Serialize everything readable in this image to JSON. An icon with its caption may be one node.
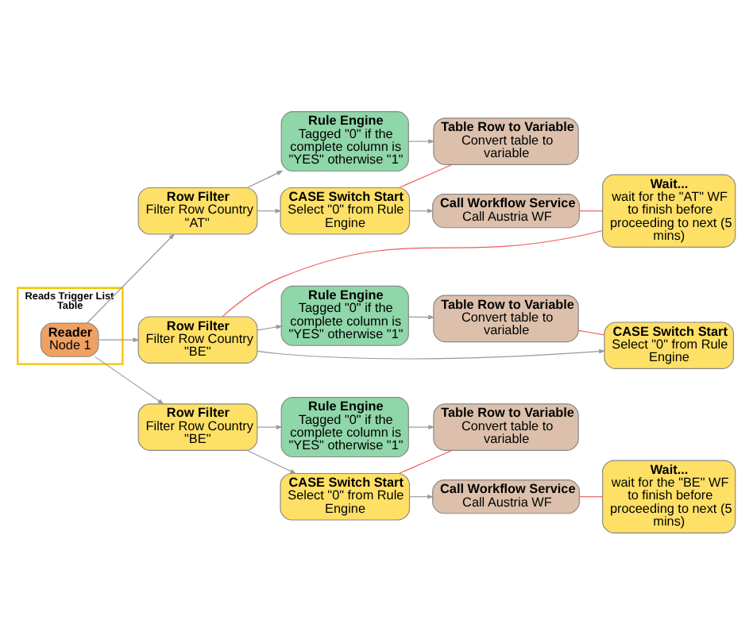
{
  "diagram": {
    "nodes": [
      {
        "text": [
          "Reads Trigger List Table"
        ]
      },
      {
        "text": [
          "Reader",
          "Node 1"
        ],
        "in": 0
      },
      {
        "text": [
          "Row Filter",
          "Filter Row Country \"AT\""
        ]
      },
      {
        "text": [
          "Rule Engine",
          "Tagged \"0\" if the complete column is \"YES\" otherwise \"1\""
        ]
      },
      {
        "text": [
          "Table Row to Variable",
          "Convert table to variable"
        ]
      },
      {
        "text": [
          "CASE Switch Start",
          "Select \"0\" from Rule Engine"
        ]
      },
      {
        "text": [
          "Call Workflow Service",
          "Call Austria WF"
        ]
      },
      {
        "text": [
          "Wait...",
          "wait for the \"AT\" WF to finish before proceeding to next (5 mins)"
        ]
      },
      {
        "text": [
          "Row Filter",
          "Filter Row Country \"BE\""
        ]
      },
      {
        "text": [
          "Rule Engine",
          "Tagged \"0\" if the complete column is \"YES\" otherwise \"1\""
        ]
      },
      {
        "text": [
          "Table Row to Variable",
          "Convert table to variable"
        ]
      },
      {
        "text": [
          "CASE Switch Start",
          "Select \"0\" from Rule Engine"
        ]
      },
      {
        "text": [
          "Row Filter",
          "Filter Row Country \"BE\""
        ]
      },
      {
        "text": [
          "Rule Engine",
          "Tagged \"0\" if the complete column is \"YES\" otherwise \"1\""
        ]
      },
      {
        "text": [
          "Table Row to Variable",
          "Convert table to variable"
        ]
      },
      {
        "text": [
          "CASE Switch Start",
          "Select \"0\" from Rule Engine"
        ]
      },
      {
        "text": [
          "Call Workflow Service",
          "Call Austria WF"
        ]
      },
      {
        "text": [
          "Wait...",
          "wait for the \"BE\" WF to finish before proceeding to next (5 mins)"
        ]
      }
    ],
    "edges": [
      {
        "from": 1,
        "to": 2,
        "arrow": "to"
      },
      {
        "from": 1,
        "to": 8,
        "arrow": "to"
      },
      {
        "from": 1,
        "to": 12,
        "arrow": "to"
      },
      {
        "from": 2,
        "to": 3,
        "arrow": "to"
      },
      {
        "from": 2,
        "to": 5,
        "arrow": "to"
      },
      {
        "from": 3,
        "to": 4,
        "arrow": "to"
      },
      {
        "from": 4,
        "to": 5,
        "arrow": "none",
        "color": "#f05a5a"
      },
      {
        "from": 5,
        "to": 6,
        "arrow": "to"
      },
      {
        "from": 6,
        "to": 7,
        "arrow": "none",
        "color": "#f05a5a"
      },
      {
        "from": 7,
        "to": 8,
        "arrow": "none",
        "color": "#f05a5a"
      },
      {
        "from": 8,
        "to": 9,
        "arrow": "to"
      },
      {
        "from": 8,
        "to": 11,
        "arrow": "to"
      },
      {
        "from": 9,
        "to": 10,
        "arrow": "to"
      },
      {
        "from": 10,
        "to": 11,
        "arrow": "none",
        "color": "#f05a5a"
      },
      {
        "from": 12,
        "to": 13,
        "arrow": "to"
      },
      {
        "from": 12,
        "to": 15,
        "arrow": "to"
      },
      {
        "from": 13,
        "to": 14,
        "arrow": "to"
      },
      {
        "from": 14,
        "to": 15,
        "arrow": "none",
        "color": "#f05a5a"
      },
      {
        "from": 15,
        "to": 16,
        "arrow": "to"
      },
      {
        "from": 16,
        "to": 17,
        "arrow": "none",
        "color": "#f05a5a"
      }
    ]
  }
}
